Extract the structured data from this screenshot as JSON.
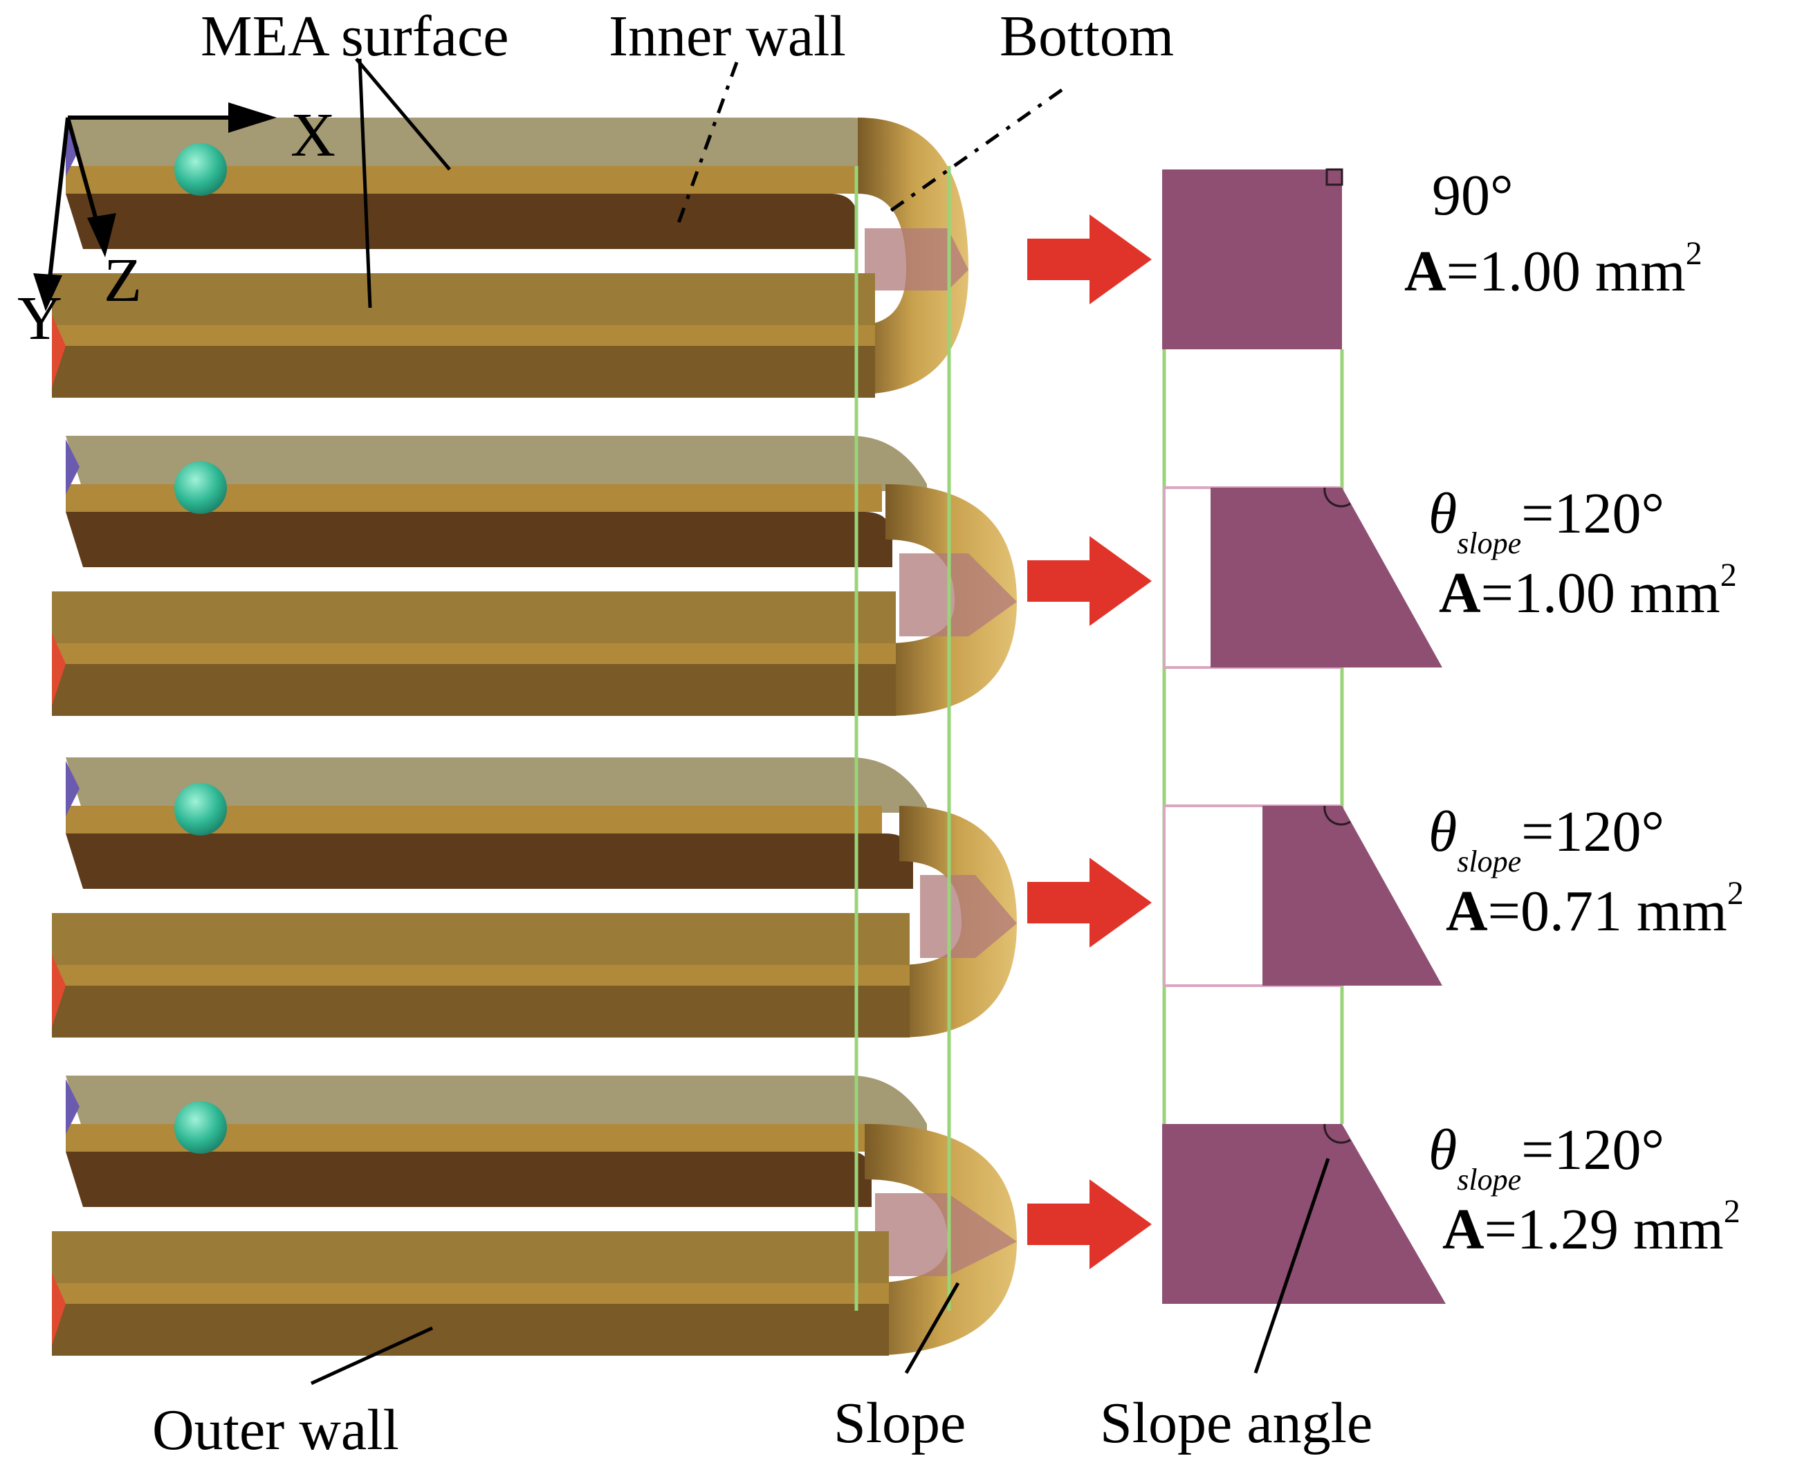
{
  "labels": {
    "mea_surface": "MEA surface",
    "inner_wall": "Inner wall",
    "bottom": "Bottom",
    "outer_wall": "Outer wall",
    "slope": "Slope",
    "slope_angle": "Slope angle"
  },
  "axes": {
    "x": "X",
    "y": "Y",
    "z": "Z"
  },
  "cases": [
    {
      "angle_symbol": "",
      "angle_sub": "",
      "angle_value": "90°",
      "area_symbol": "A",
      "area_value": "=1.00 mm",
      "area_sup": "2"
    },
    {
      "angle_symbol": "θ",
      "angle_sub": "slope",
      "angle_value": "=120°",
      "area_symbol": "A",
      "area_value": "=1.00 mm",
      "area_sup": "2"
    },
    {
      "angle_symbol": "θ",
      "angle_sub": "slope",
      "angle_value": "=120°",
      "area_symbol": "A",
      "area_value": "=0.71 mm",
      "area_sup": "2"
    },
    {
      "angle_symbol": "θ",
      "angle_sub": "slope",
      "angle_value": "=120°",
      "area_symbol": "A",
      "area_value": "=1.29 mm",
      "area_sup": "2"
    }
  ],
  "colors": {
    "channel_top": "#a49a73",
    "channel_mid": "#b08a3a",
    "channel_inner": "#5e3c1b",
    "channel_outer": "#7a5a26",
    "bend_gold": "#d9b560",
    "cross_section": "#8e4f73",
    "arrow": "#e0342a",
    "guide_line": "#9ad47a",
    "sphere": "#3bbfa0",
    "inlet_left": "#6a5bb0",
    "inlet_red": "#e04a30"
  }
}
